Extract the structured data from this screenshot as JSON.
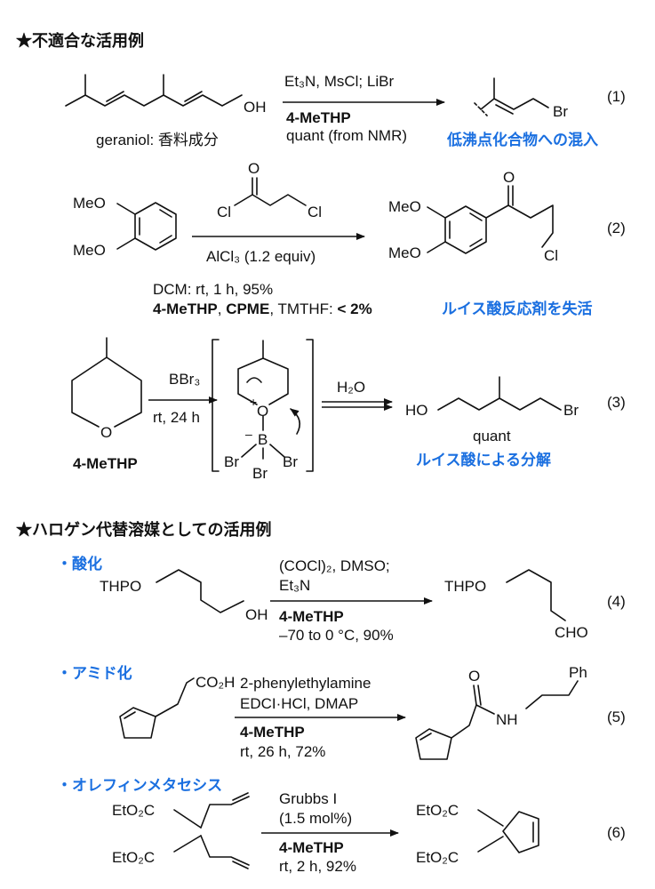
{
  "colors": {
    "accent": "#1a6fe0",
    "text": "#111111"
  },
  "section1": {
    "title": "★不適合な活用例"
  },
  "section2": {
    "title": "★ハロゲン代替溶媒としての活用例"
  },
  "r1": {
    "reagents": "Et₃N, MsCl; LiBr",
    "solvent": "4-MeTHP",
    "yield": "quant (from NMR)",
    "sm_oh": "OH",
    "sm_caption": "geraniol: 香料成分",
    "prod_br": "Br",
    "number": "(1)",
    "note": "低沸点化合物への混入"
  },
  "r2": {
    "acyl_o": "O",
    "acyl_cl1": "Cl",
    "acyl_cl2": "Cl",
    "catalyst": "AlCl₃ (1.2 equiv)",
    "sm_meo1": "MeO",
    "sm_meo2": "MeO",
    "prod_meo1": "MeO",
    "prod_meo2": "MeO",
    "prod_o": "O",
    "prod_cl": "Cl",
    "number": "(2)",
    "cond1": "DCM: rt, 1 h, 95%",
    "cond2_a": "4-MeTHP",
    "cond2_b": ", ",
    "cond2_c": "CPME",
    "cond2_d": ", TMTHF: ",
    "cond2_e": "< 2%",
    "note": "ルイス酸反応剤を失活"
  },
  "r3": {
    "sm_o": "O",
    "sm_label": "4-MeTHP",
    "reagent": "BBr₃",
    "cond": "rt, 24 h",
    "int_o": "O",
    "int_plus": "+",
    "int_minus": "–",
    "int_b": "B",
    "int_br1": "Br",
    "int_br2": "Br",
    "int_br3": "Br",
    "step2": "H₂O",
    "prod_ho": "HO",
    "prod_br": "Br",
    "yield": "quant",
    "number": "(3)",
    "note": "ルイス酸による分解"
  },
  "r4": {
    "heading": "・酸化",
    "sm_thpo": "THPO",
    "sm_oh": "OH",
    "reagent1": "(COCl)₂, DMSO;",
    "reagent2": "Et₃N",
    "solvent": "4-MeTHP",
    "cond": "–70 to 0 °C, 90%",
    "prod_thpo": "THPO",
    "prod_cho": "CHO",
    "number": "(4)"
  },
  "r5": {
    "heading": "・アミド化",
    "sm_co2h": "CO₂H",
    "reagent1": "2-phenylethylamine",
    "reagent2": "EDCI·HCl, DMAP",
    "solvent": "4-MeTHP",
    "cond": "rt, 26 h, 72%",
    "prod_ph": "Ph",
    "prod_o": "O",
    "prod_nh": "NH",
    "number": "(5)"
  },
  "r6": {
    "heading": "・オレフィンメタセシス",
    "sm_e1": "EtO₂C",
    "sm_e2": "EtO₂C",
    "reagent1": "Grubbs I",
    "reagent2": "(1.5 mol%)",
    "solvent": "4-MeTHP",
    "cond": "rt, 2 h, 92%",
    "prod_e1": "EtO₂C",
    "prod_e2": "EtO₂C",
    "number": "(6)"
  }
}
